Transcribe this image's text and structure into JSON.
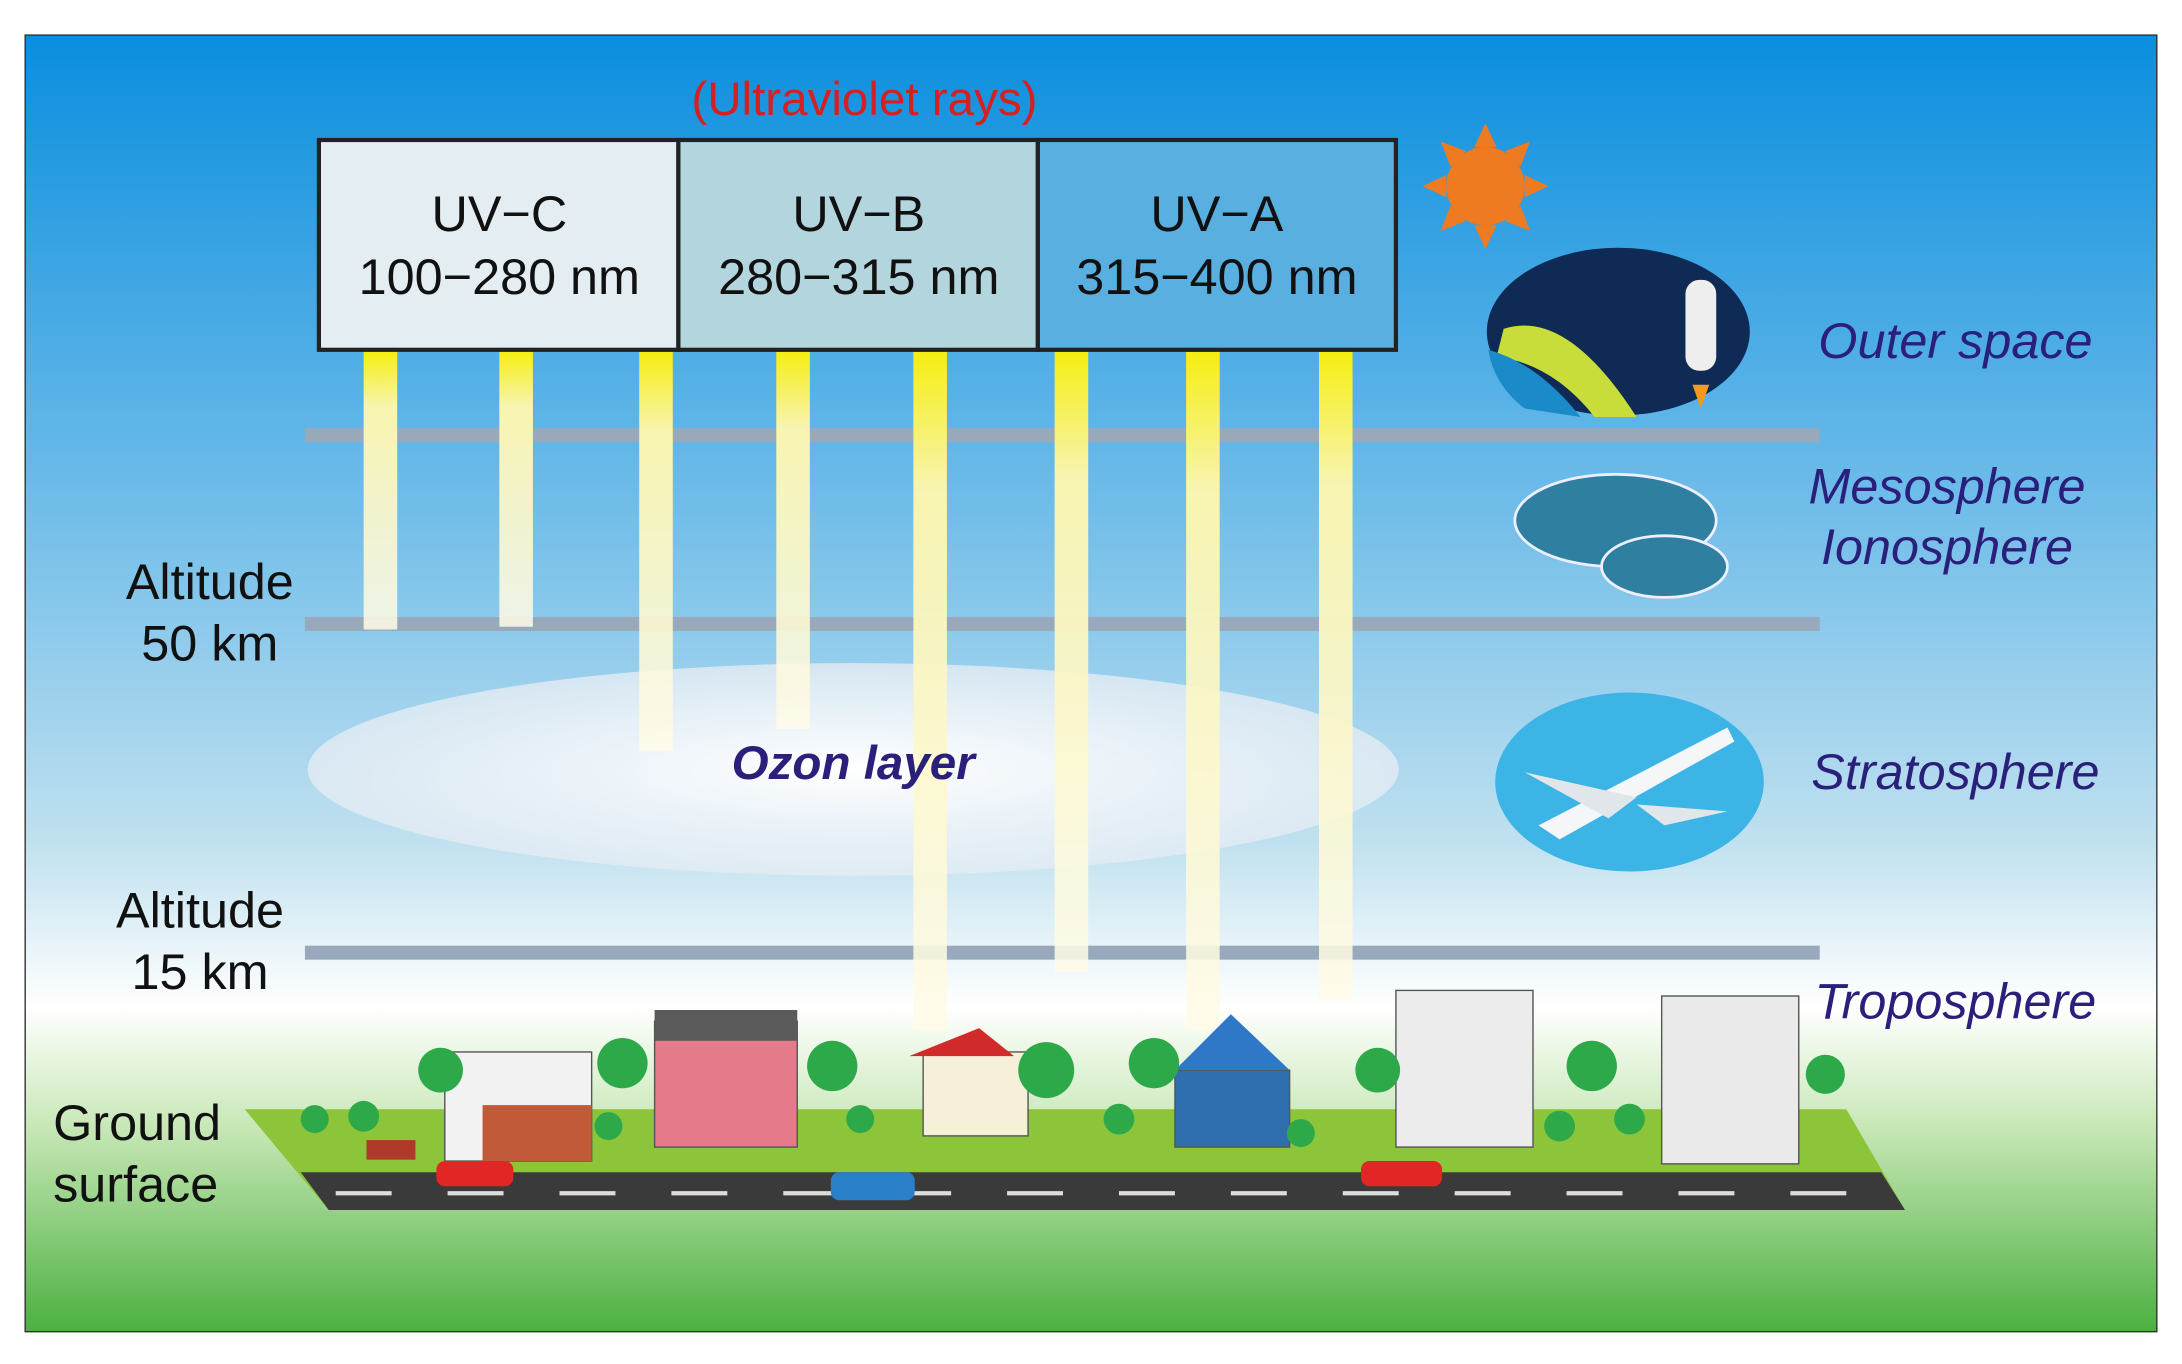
{
  "title": "(Ultraviolet rays)",
  "uv_bands": [
    {
      "name": "UV−C",
      "range": "100−280 nm",
      "color": "#e4edf1"
    },
    {
      "name": "UV−B",
      "range": "280−315 nm",
      "color": "#b3d5de"
    },
    {
      "name": "UV−A",
      "range": "315−400 nm",
      "color": "#58afe0"
    }
  ],
  "altitudes": [
    {
      "line1": "Altitude",
      "line2": "50 km"
    },
    {
      "line1": "Altitude",
      "line2": "15 km"
    }
  ],
  "ground": {
    "line1": "Ground",
    "line2": "surface"
  },
  "ozone_label": "Ozon layer",
  "layers": [
    {
      "label": "Outer space",
      "icon": "rocket-earth-icon"
    },
    {
      "label": "Mesosphere"
    },
    {
      "label": "Ionosphere",
      "icon": "cloud-icon"
    },
    {
      "label": "Stratosphere",
      "icon": "airplane-icon"
    },
    {
      "label": "Troposphere"
    }
  ],
  "colors": {
    "title": "#d42020",
    "layer_text": "#2a1f7a",
    "sun": "#ee7a22"
  }
}
